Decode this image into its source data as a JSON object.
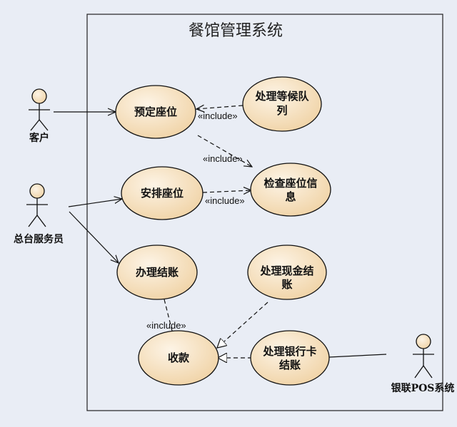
{
  "system": {
    "title": "餐馆管理系统"
  },
  "actors": {
    "customer": "客户",
    "front_desk": "总台服务员",
    "pos": "银联POS系统"
  },
  "use_cases": {
    "reserve": [
      "预定座位"
    ],
    "queue": [
      "处理等候队",
      "列"
    ],
    "check": [
      "检查座位信",
      "息"
    ],
    "arrange": [
      "安排座位"
    ],
    "checkout": [
      "办理结账"
    ],
    "cash": [
      "处理现金结",
      "账"
    ],
    "collect": [
      "收款"
    ],
    "card": [
      "处理银行卡",
      "结账"
    ]
  },
  "relations": {
    "include_label": "«include»"
  }
}
